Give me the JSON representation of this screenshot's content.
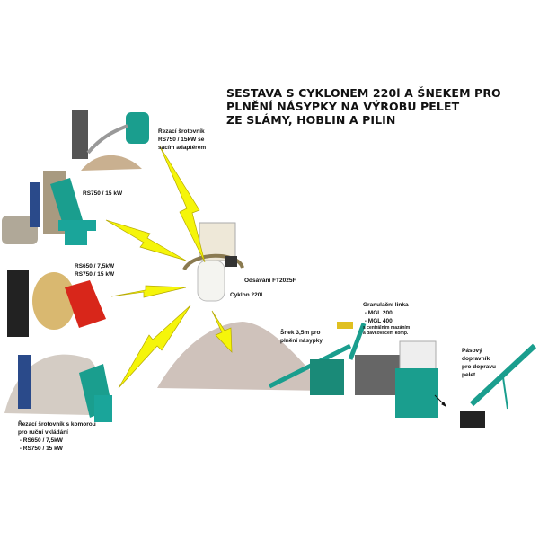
{
  "title": {
    "lines": [
      "SESTAVA S CYKLONEM 220l A ŠNEKEM PRO",
      "PLNĚNÍ NÁSYPKY NA VÝROBU PELET",
      "ZE SLÁMY, HOBLIN A PILIN"
    ]
  },
  "labels": {
    "shredder_suction": [
      "Řezací šrotovník",
      "RS750 / 15kW se",
      "sacím adaptérem"
    ],
    "shredder_rs750": [
      "RS750 / 15 kW"
    ],
    "shredder_rs650": [
      "RS650 / 7,5kW",
      "RS750 / 15 kW"
    ],
    "shredder_manual": [
      "Řezací šrotovník s komorou",
      "pro ruční vkládání",
      " - RS650 / 7,5kW",
      " - RS750 / 15 kW"
    ],
    "extraction": [
      "Odsávání FT2025F"
    ],
    "cyclone": [
      "Cyklon 220l"
    ],
    "pellet_line": [
      "Granulační linka",
      " - MGL 200",
      " - MGL 400",
      "s centrálním mazáním",
      "a dávkovačem komp."
    ],
    "auger": [
      "Šnek 3,5m pro",
      "plnění násypky"
    ],
    "conveyor": [
      "Pásový",
      "dopravník",
      "pro dopravu",
      "pelet"
    ]
  },
  "colors": {
    "arrow": "#f5f50a",
    "machine": "#1a9e8e",
    "sawdust": "#cfc2bb"
  }
}
